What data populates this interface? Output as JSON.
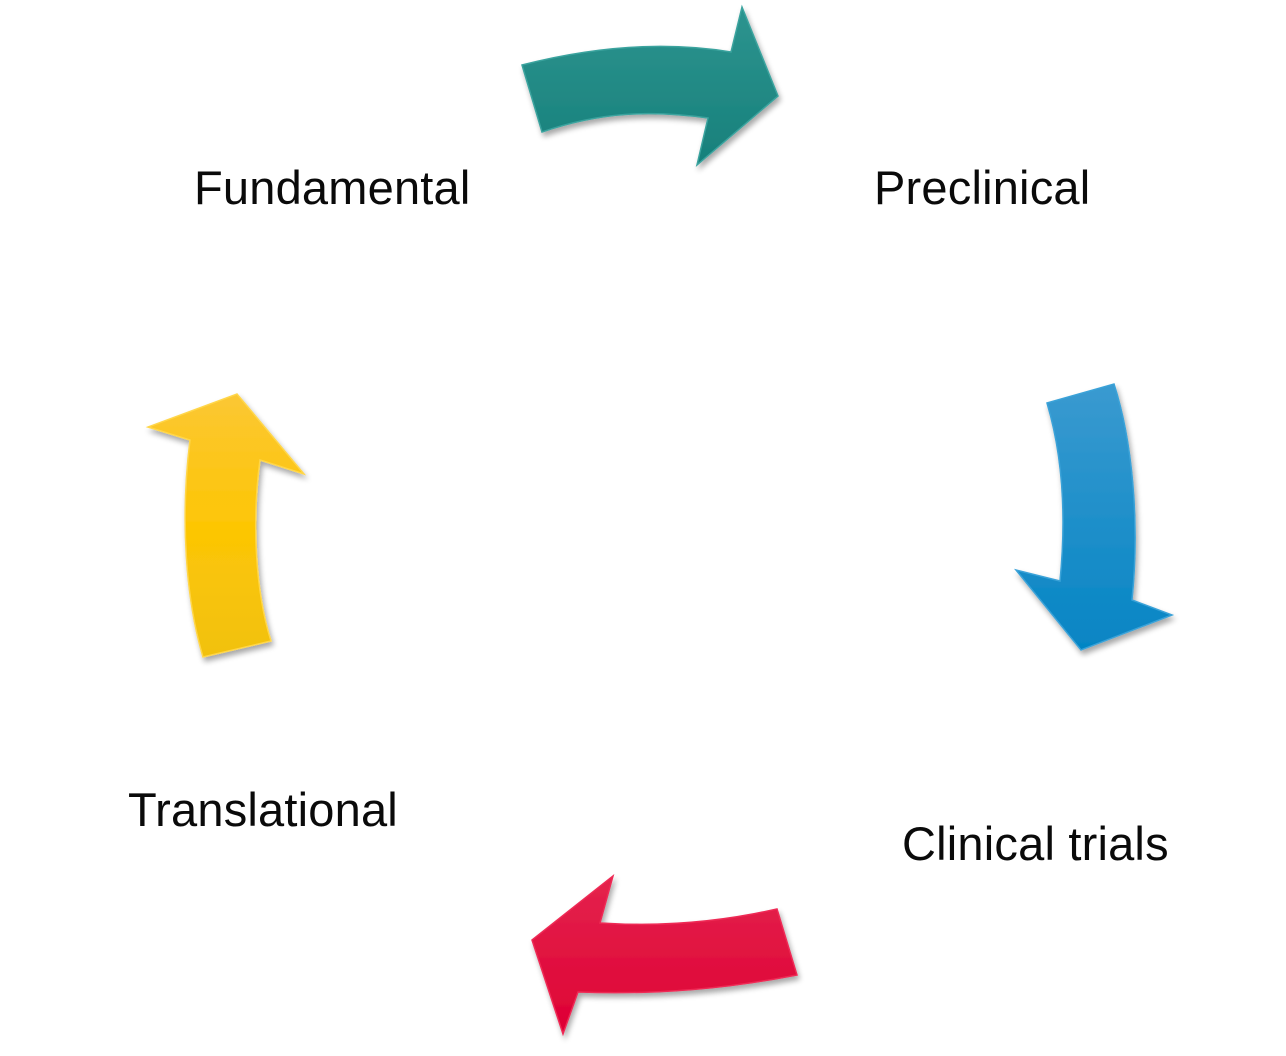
{
  "diagram": {
    "type": "cycle",
    "stages": [
      {
        "id": "fundamental",
        "label": "Fundamental"
      },
      {
        "id": "preclinical",
        "label": "Preclinical"
      },
      {
        "id": "clinical",
        "label": "Clinical trials"
      },
      {
        "id": "translational",
        "label": "Translational"
      }
    ],
    "arrows": [
      {
        "from": "fundamental",
        "to": "preclinical",
        "direction": "right",
        "color": "#1f8a85"
      },
      {
        "from": "preclinical",
        "to": "clinical",
        "direction": "down",
        "color": "#0f8ac6"
      },
      {
        "from": "clinical",
        "to": "translational",
        "direction": "left",
        "color": "#e0063a"
      },
      {
        "from": "translational",
        "to": "fundamental",
        "direction": "up",
        "color": "#f7c10b"
      }
    ]
  }
}
